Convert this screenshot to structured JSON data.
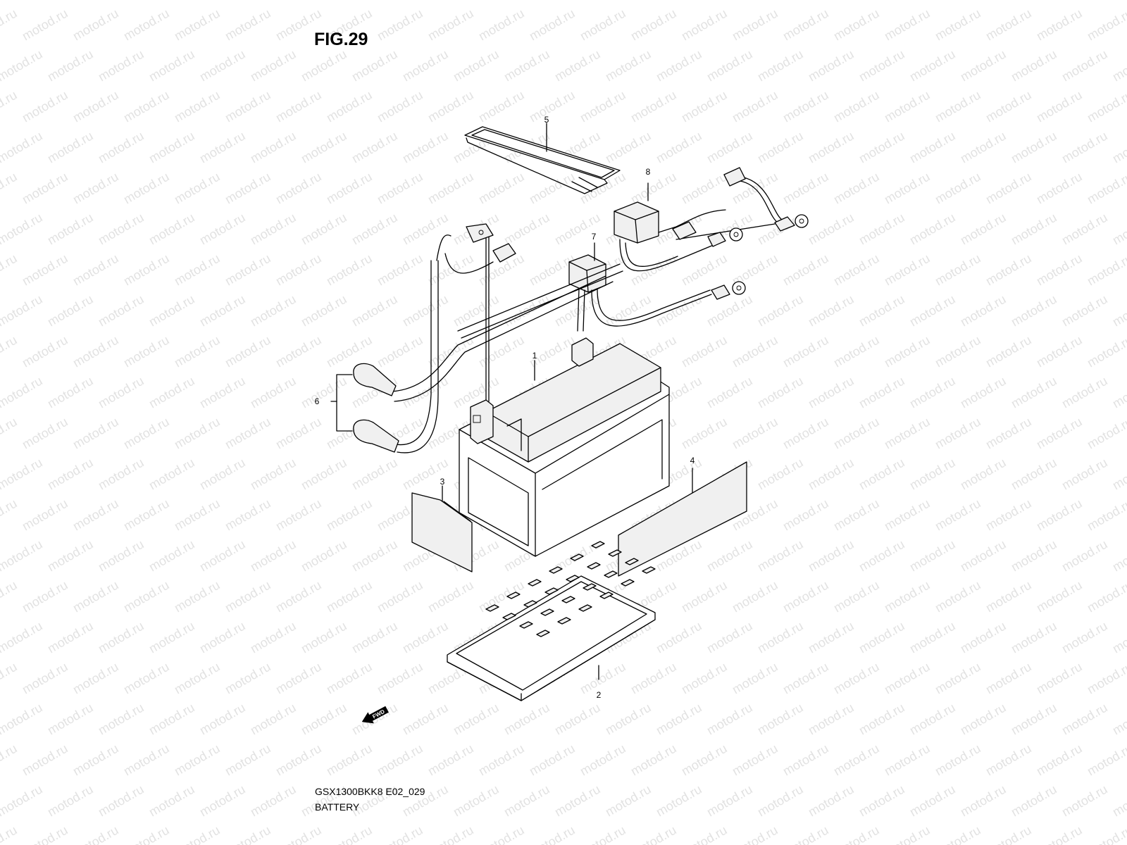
{
  "figure": {
    "title": "FIG.29",
    "model_code": "GSX1300BKK8 E02_029",
    "caption": "BATTERY"
  },
  "callouts": [
    {
      "id": "part-1",
      "label": "1"
    },
    {
      "id": "part-2",
      "label": "2"
    },
    {
      "id": "part-3",
      "label": "3"
    },
    {
      "id": "part-4",
      "label": "4"
    },
    {
      "id": "part-5",
      "label": "5"
    },
    {
      "id": "part-6",
      "label": "6"
    },
    {
      "id": "part-7",
      "label": "7"
    },
    {
      "id": "part-8",
      "label": "8"
    }
  ],
  "direction_badge": {
    "label": "FWD",
    "icon": "forward-arrow-icon"
  },
  "watermark": {
    "text": "motod.ru",
    "color": "#e2e2e2"
  }
}
